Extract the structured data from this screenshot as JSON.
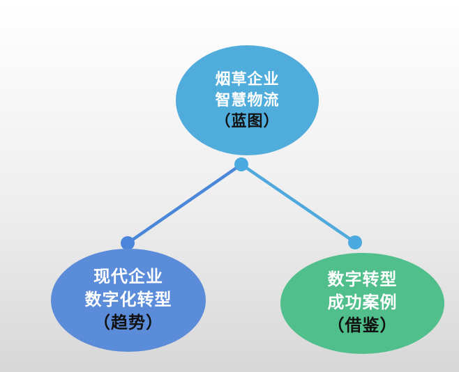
{
  "diagram": {
    "background": {
      "top_color": "#ffffff",
      "mid_color": "#efeeee",
      "bottom_color": "#d8d7d7"
    },
    "nodes": {
      "top": {
        "lines": [
          "烟草企业",
          "智慧物流",
          "（蓝图）"
        ],
        "fill": "#4FACDB",
        "text_color": "#ffffff",
        "paren_color": "#111111"
      },
      "left": {
        "lines": [
          "现代企业",
          "数字化转型",
          "（趋势）"
        ],
        "fill": "#5B8CD9",
        "text_color": "#ffffff",
        "paren_color": "#111111"
      },
      "right": {
        "lines": [
          "数字转型",
          "成功案例",
          "（借鉴）"
        ],
        "fill": "#50BF8B",
        "text_color": "#ffffff",
        "paren_color": "#111111"
      }
    },
    "connectors": {
      "left_line_color": "#4A87D9",
      "right_line_color": "#4FA9DC",
      "dot_top_color": "#4AA9DE",
      "dot_left_color": "#4C86DA",
      "dot_right_color": "#4AA9DE"
    }
  }
}
